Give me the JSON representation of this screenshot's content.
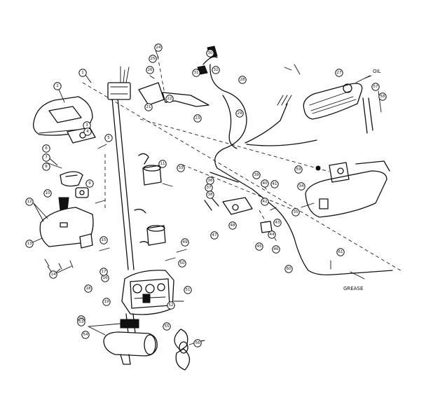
{
  "labels": {
    "oil": "OIL",
    "grease": "GREASE"
  },
  "callouts": [
    "1",
    "2",
    "3",
    "4",
    "5",
    "6",
    "7",
    "8",
    "9",
    "10",
    "11",
    "12",
    "13",
    "14",
    "15",
    "16",
    "17",
    "18",
    "19",
    "20",
    "21",
    "22",
    "23",
    "24",
    "25",
    "26",
    "27",
    "28",
    "29",
    "30",
    "31",
    "32",
    "33",
    "34",
    "35",
    "36",
    "37",
    "38",
    "39",
    "40",
    "41",
    "42",
    "43",
    "44",
    "45",
    "46",
    "47",
    "48",
    "49",
    "50",
    "51",
    "52",
    "53",
    "54",
    "55",
    "56",
    "57",
    "58",
    "59",
    "60",
    "61"
  ]
}
